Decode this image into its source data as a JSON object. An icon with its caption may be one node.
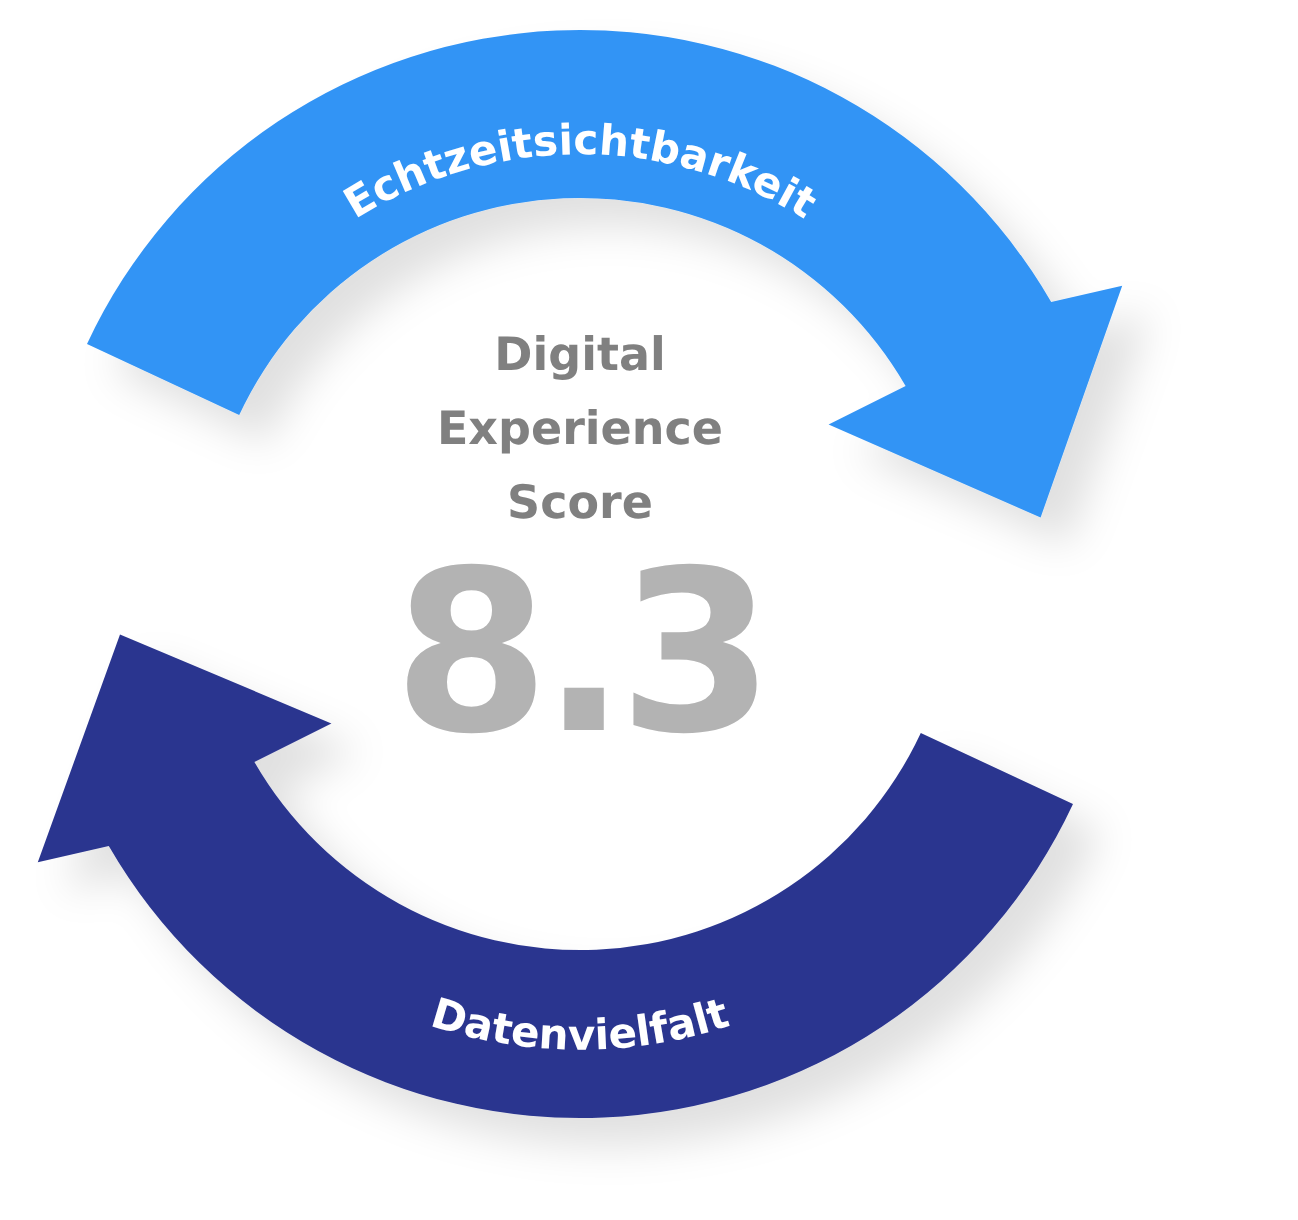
{
  "diagram": {
    "nodes": [
      {
        "text": [
          "Echtzeitsichtbarkeit"
        ]
      },
      {
        "text": [
          "Datenvielfalt"
        ]
      }
    ],
    "labels": [
      "Digital Experience Score",
      "8.3"
    ]
  }
}
